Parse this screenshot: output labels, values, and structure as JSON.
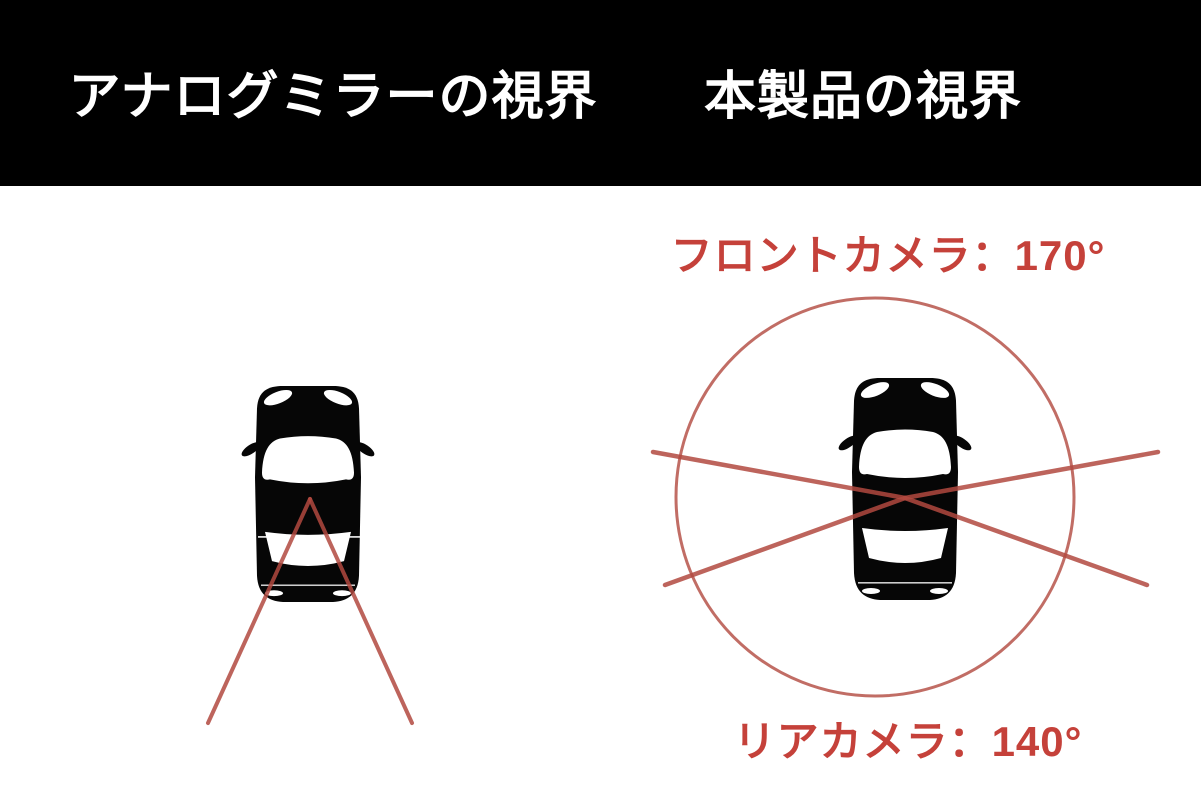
{
  "header": {
    "left_title": "アナログミラーの視界",
    "right_title": "本製品の視界"
  },
  "labels": {
    "front_camera": "フロントカメラ：170°",
    "rear_camera": "リアカメラ：140°"
  },
  "values": {
    "front_camera_angle": "170°",
    "rear_camera_angle": "140°"
  },
  "icons": {
    "left_vehicle": "car-top-view-icon",
    "right_vehicle": "car-top-view-icon"
  },
  "colors": {
    "background": "#ffffff",
    "header_bg": "#000000",
    "header_text": "#ffffff",
    "fov_red": "#b2493f",
    "label_red": "#c5413a",
    "car_color": "#060606"
  }
}
